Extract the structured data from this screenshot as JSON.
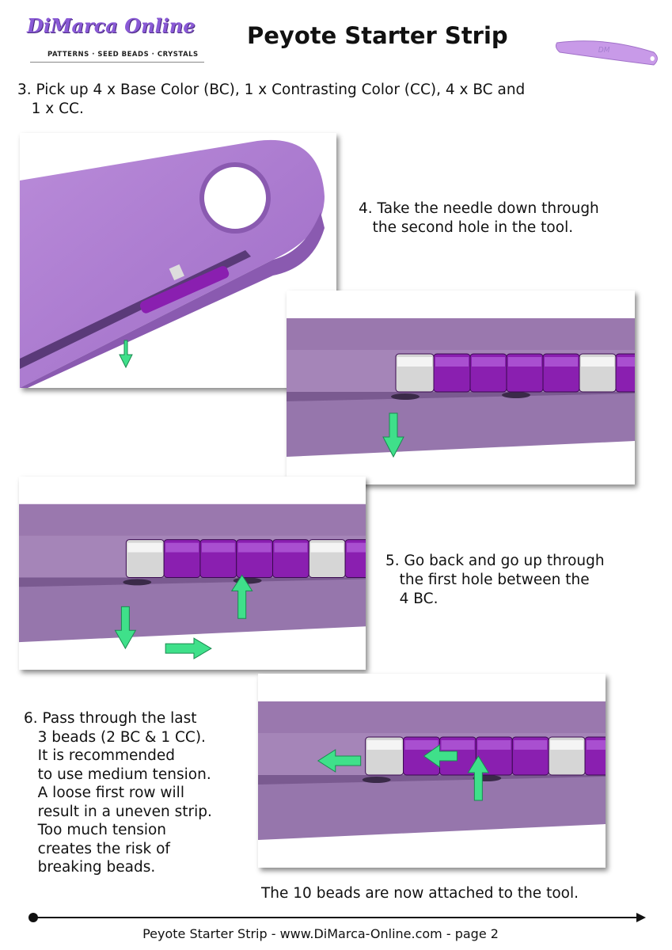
{
  "header": {
    "logo_name": "DiMarca Online",
    "logo_tagline": "PATTERNS · SEED BEADS · CRYSTALS",
    "title": "Peyote Starter Strip",
    "tool_engraving": "DM"
  },
  "steps": {
    "step3": "3. Pick up 4 x Base Color (BC), 1 x Contrasting Color (CC), 4 x BC and\n   1 x CC.",
    "step4": "4. Take the needle down through\n   the second hole in the tool.",
    "step5": "5. Go back and go up through\n   the first hole between the\n   4 BC.",
    "step6": "6. Pass through the last\n   3 beads (2 BC & 1 CC).\n   It is recommended\n   to use medium tension.\n   A loose first row will\n   result in a uneven strip.\n   Too much tension\n   creates the risk of\n   breaking beads.",
    "result": "The 10 beads are now attached to the tool."
  },
  "footer": {
    "text": "Peyote Starter Strip - www.DiMarca-Online.com - page 2"
  },
  "colors": {
    "tool_purple": "#b07fd6",
    "bead_purple": "#8a1fb0",
    "bead_white": "#d8d8d8",
    "arrow_green": "#3fe08a"
  }
}
